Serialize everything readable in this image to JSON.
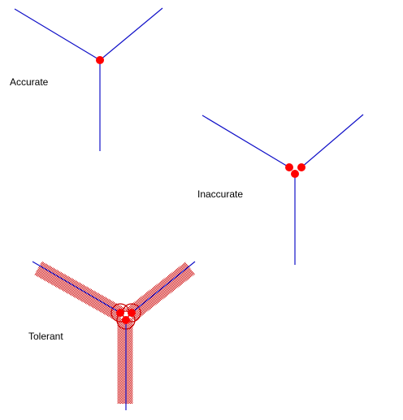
{
  "labels": {
    "accurate": "Accurate",
    "inaccurate": "Inaccurate",
    "tolerant": "Tolerant"
  },
  "colors": {
    "line": "#1010c8",
    "node": "#ff0000",
    "tolerance_band": "#c00000"
  }
}
